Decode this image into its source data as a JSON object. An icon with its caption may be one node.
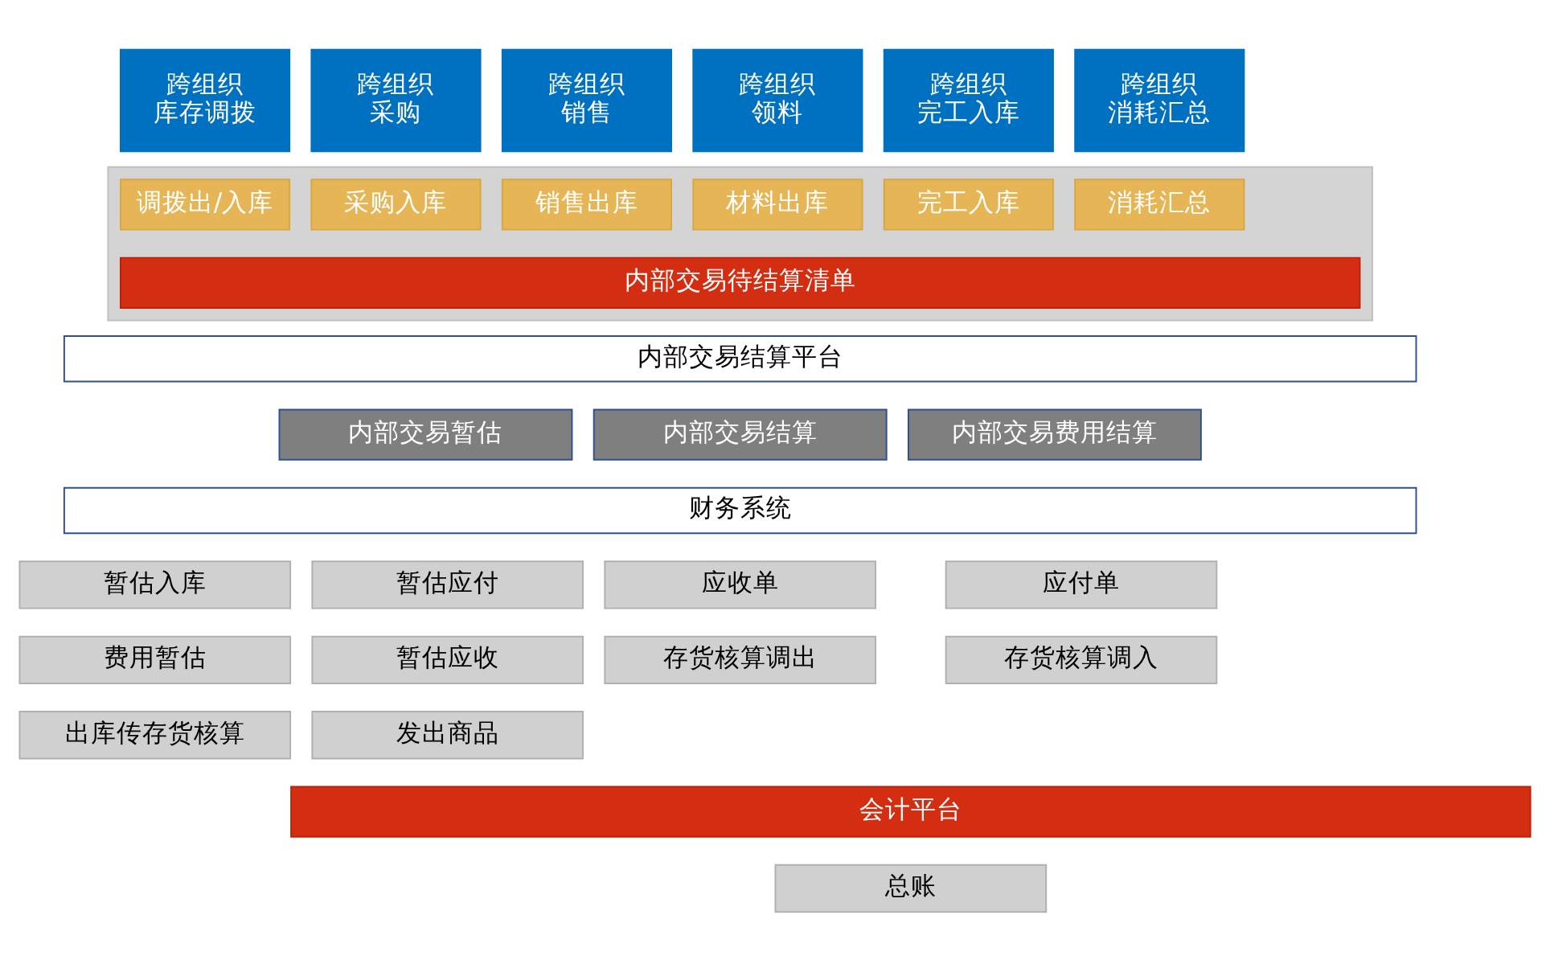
{
  "diagram": {
    "nodes": [
      {
        "text": [
          "跨组织库存调拨"
        ]
      },
      {
        "text": [
          "跨组织采购"
        ]
      },
      {
        "text": [
          "跨组织销售"
        ]
      },
      {
        "text": [
          "跨组织领料"
        ]
      },
      {
        "text": [
          "跨组织完工入库"
        ]
      },
      {
        "text": [
          "跨组织消耗汇总"
        ]
      },
      {
        "text": [],
        "shape": "box"
      },
      {
        "text": [
          "调拨出/入库"
        ],
        "in": 6
      },
      {
        "text": [
          "采购入库"
        ],
        "in": 6
      },
      {
        "text": [
          "销售出库"
        ],
        "in": 6
      },
      {
        "text": [
          "材料出库"
        ],
        "in": 6
      },
      {
        "text": [
          "完工入库"
        ],
        "in": 6
      },
      {
        "text": [
          "消耗汇总"
        ],
        "in": 6
      },
      {
        "text": [
          "内部交易待结算清单"
        ],
        "in": 6
      },
      {
        "text": [
          "内部交易结算平台"
        ]
      },
      {
        "text": [
          "内部交易暂估"
        ]
      },
      {
        "text": [
          "内部交易结算"
        ]
      },
      {
        "text": [
          "内部交易费用结算"
        ]
      },
      {
        "text": [
          "财务系统"
        ]
      },
      {
        "text": [
          "暂估入库"
        ]
      },
      {
        "text": [
          "暂估应付"
        ]
      },
      {
        "text": [
          "应收单"
        ]
      },
      {
        "text": [
          "应付单"
        ]
      },
      {
        "text": [
          "费用暂估"
        ]
      },
      {
        "text": [
          "暂估应收"
        ]
      },
      {
        "text": [
          "存货核算调出"
        ]
      },
      {
        "text": [
          "存货核算调入"
        ]
      },
      {
        "text": [
          "出库传存货核算"
        ]
      },
      {
        "text": [
          "发出商品"
        ]
      },
      {
        "text": [
          "会计平台"
        ]
      },
      {
        "text": [
          "总账"
        ]
      }
    ]
  }
}
